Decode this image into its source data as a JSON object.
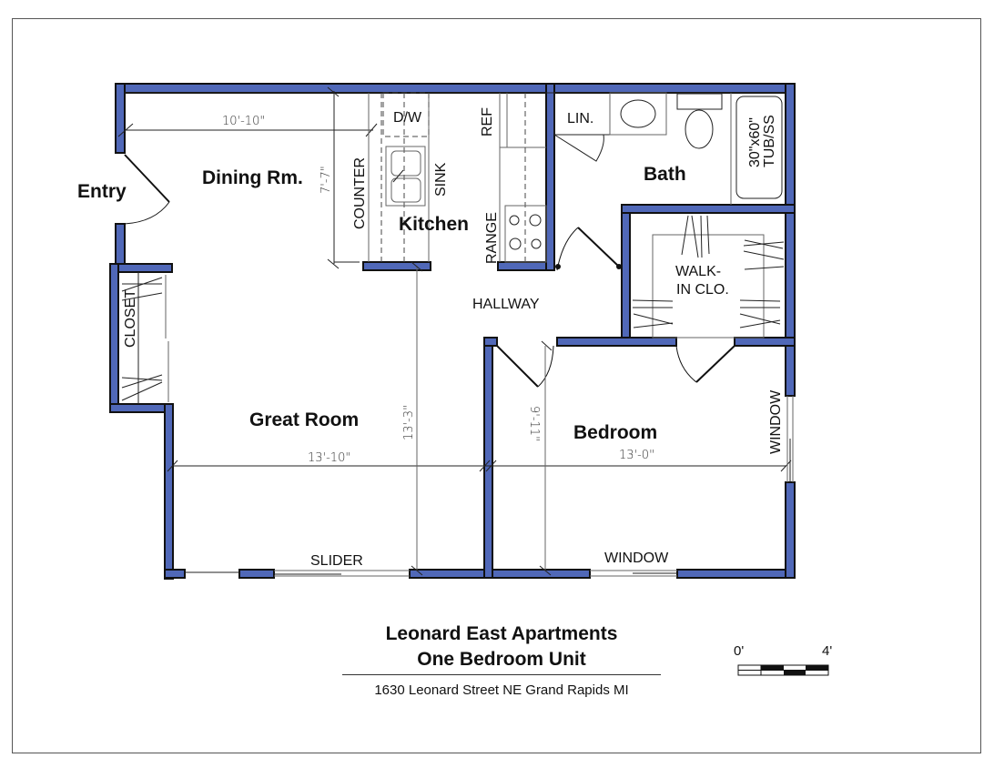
{
  "plan": {
    "rooms": {
      "entry": "Entry",
      "dining": "Dining Rm.",
      "kitchen": "Kitchen",
      "bath": "Bath",
      "great_room": "Great Room",
      "bedroom": "Bedroom"
    },
    "labels": {
      "dw": "D/W",
      "sink": "SINK",
      "ref": "REF",
      "range": "RANGE",
      "counter": "COUNTER",
      "linen": "LIN.",
      "tub_size": "30\"x60\"",
      "tub_type": "TUB/SS",
      "walkin_1": "WALK-",
      "walkin_2": "IN CLO.",
      "hallway": "HALLWAY",
      "closet": "CLOSET",
      "slider": "SLIDER",
      "window_bottom": "WINDOW",
      "window_right": "WINDOW"
    },
    "dimensions": {
      "dining_width": "10'-10\"",
      "dining_depth": "7'-7\"",
      "great_room_width": "13'-10\"",
      "great_room_depth": "13'-3\"",
      "bedroom_width": "13'-0\"",
      "bedroom_depth": "9'-11\""
    },
    "colors": {
      "wall_fill": "#5068b8",
      "wall_outline": "#111111"
    }
  },
  "title_block": {
    "line1": "Leonard East Apartments",
    "line2": "One Bedroom  Unit",
    "address": "1630 Leonard Street NE Grand Rapids MI"
  },
  "scale_bar": {
    "start_label": "0'",
    "end_label": "4'"
  }
}
